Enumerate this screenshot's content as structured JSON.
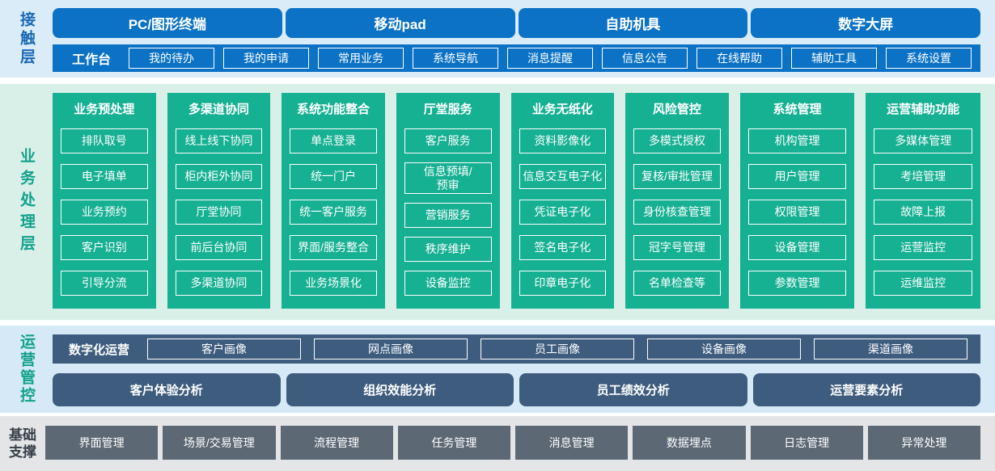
{
  "contact": {
    "label": "接触层",
    "terminals": [
      "PC/图形终端",
      "移动pad",
      "自助机具",
      "数字大屏"
    ],
    "workbench": {
      "label": "工作台",
      "items": [
        "我的待办",
        "我的申请",
        "常用业务",
        "系统导航",
        "消息提醒",
        "信息公告",
        "在线帮助",
        "辅助工具",
        "系统设置"
      ]
    }
  },
  "business": {
    "label": "业务处理层",
    "columns": [
      {
        "title": "业务预处理",
        "items": [
          "排队取号",
          "电子填单",
          "业务预约",
          "客户识别",
          "引导分流"
        ]
      },
      {
        "title": "多渠道协同",
        "items": [
          "线上线下协同",
          "柜内柜外协同",
          "厅堂协同",
          "前后台协同",
          "多渠道协同"
        ]
      },
      {
        "title": "系统功能整合",
        "items": [
          "单点登录",
          "统一门户",
          "统一客户服务",
          "界面/服务整合",
          "业务场景化"
        ]
      },
      {
        "title": "厅堂服务",
        "items": [
          "客户服务",
          "信息预填/\n预审",
          "营销服务",
          "秩序维护",
          "设备监控"
        ]
      },
      {
        "title": "业务无纸化",
        "items": [
          "资料影像化",
          "信息交互电子化",
          "凭证电子化",
          "签名电子化",
          "印章电子化"
        ]
      },
      {
        "title": "风险管控",
        "items": [
          "多模式授权",
          "复核/审批管理",
          "身份核查管理",
          "冠字号管理",
          "名单检查等"
        ]
      },
      {
        "title": "系统管理",
        "items": [
          "机构管理",
          "用户管理",
          "权限管理",
          "设备管理",
          "参数管理"
        ]
      },
      {
        "title": "运营辅助功能",
        "items": [
          "多媒体管理",
          "考培管理",
          "故障上报",
          "运营监控",
          "运维监控"
        ]
      }
    ]
  },
  "operations": {
    "label": "运营管控",
    "digital": {
      "label": "数字化运营",
      "items": [
        "客户画像",
        "网点画像",
        "员工画像",
        "设备画像",
        "渠道画像"
      ]
    },
    "analysis": [
      "客户体验分析",
      "组织效能分析",
      "员工绩效分析",
      "运营要素分析"
    ]
  },
  "foundation": {
    "label": "基础支撑",
    "items": [
      "界面管理",
      "场景/交易管理",
      "流程管理",
      "任务管理",
      "消息管理",
      "数据埋点",
      "日志管理",
      "异常处理"
    ]
  },
  "colors": {
    "contact_blue": "#0b72c5",
    "contact_label_blue": "#1b69b4",
    "contact_bg": "#d9ecf8",
    "business_green": "#16b093",
    "business_label_teal": "#13a18c",
    "business_bg": "#d8f0e8",
    "ops_dark_blue": "#3d5c7e",
    "ops_bg": "#d5eaf6",
    "foundation_slate": "#5c6873",
    "foundation_bg": "#e3e5e7",
    "foundation_label": "#373f47"
  }
}
